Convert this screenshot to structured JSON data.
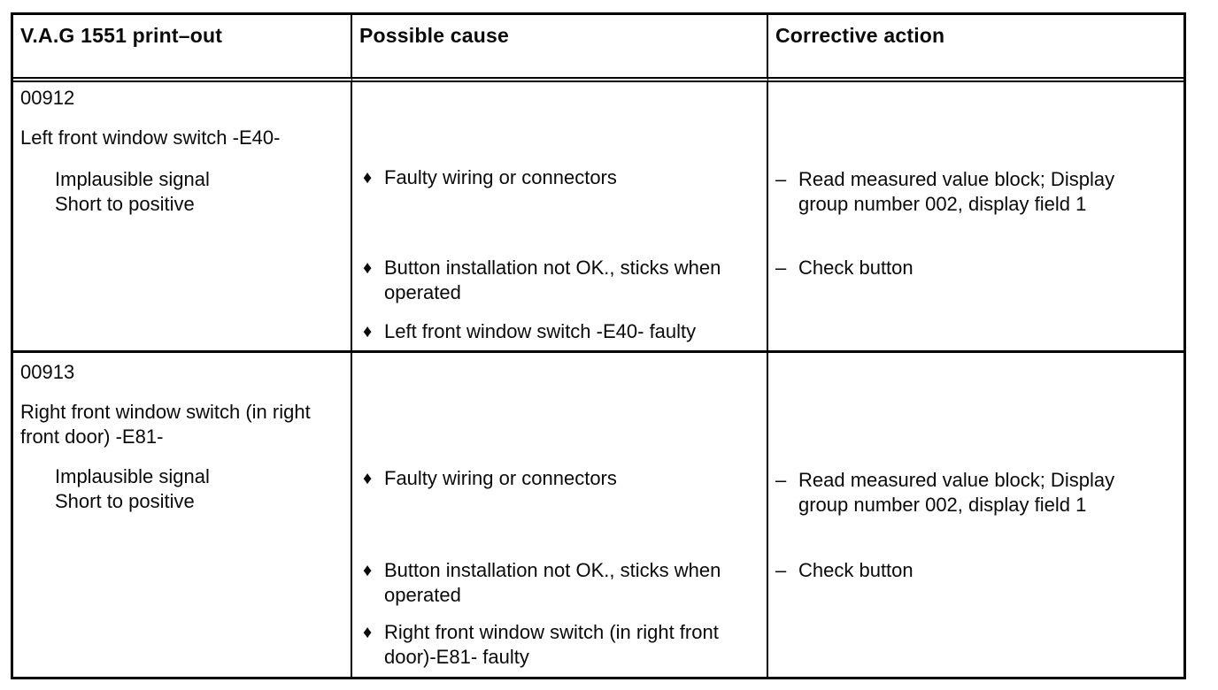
{
  "markers": {
    "cause_bullet": "♦",
    "action_dash": "–"
  },
  "table": {
    "headers": [
      {
        "label": "V.A.G 1551 print–out"
      },
      {
        "label": "Possible cause"
      },
      {
        "label": "Corrective action"
      }
    ],
    "rows": [
      {
        "fault_code": "00912",
        "component": "Left front window switch -E40-",
        "symptoms": [
          "Implausible signal",
          "Short to positive"
        ],
        "causes": [
          "Faulty wiring or connectors",
          "Button installation not OK., sticks when operated",
          "Left front window switch -E40- faulty"
        ],
        "actions": [
          "Read measured value block; Display group number  002, display field 1",
          "Check button"
        ]
      },
      {
        "fault_code": "00913",
        "component": "Right front window switch (in right front door) -E81-",
        "symptoms": [
          "Implausible signal",
          "Short to positive"
        ],
        "causes": [
          "Faulty wiring or connectors",
          "Button installation not OK., sticks when operated",
          "Right front window switch (in right front door)-E81- faulty"
        ],
        "actions": [
          "Read measured value block; Display group number  002,  display field 1",
          "Check button"
        ]
      }
    ]
  }
}
